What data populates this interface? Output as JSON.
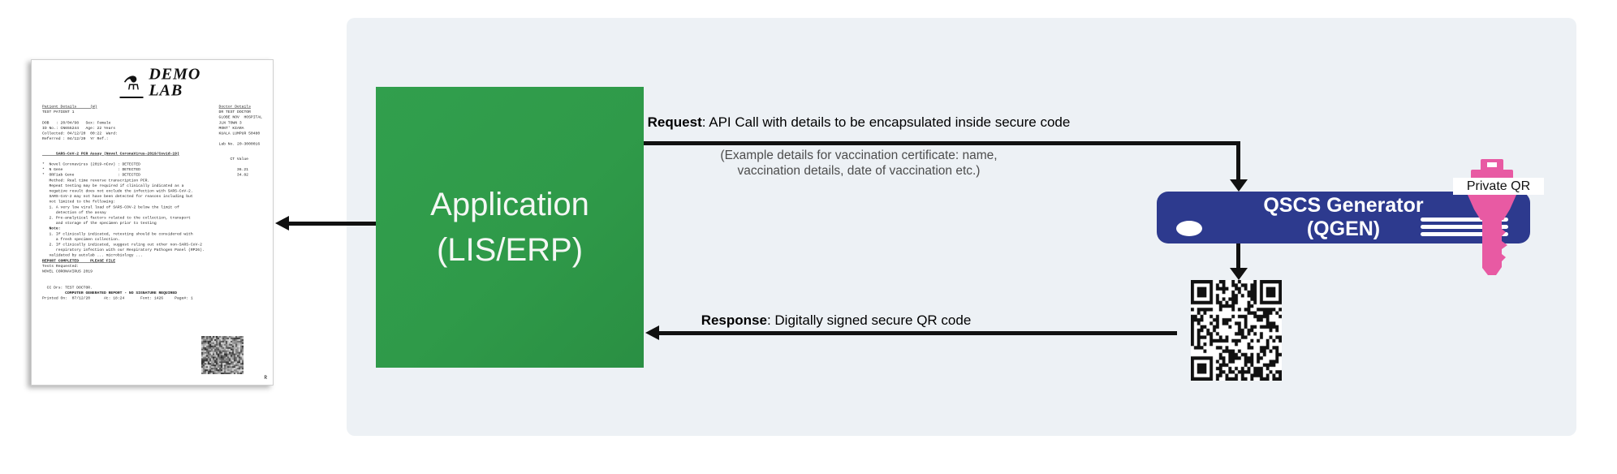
{
  "colors": {
    "panel": "#edf1f5",
    "app_green": "#2f9a49",
    "gen_blue": "#2d3a8e",
    "key_pink": "#e85aa3",
    "arrow": "#111111",
    "example_gray": "#4d4d4d"
  },
  "document": {
    "logo": {
      "line1": "DEMO",
      "line2": "LAB",
      "icon": "flask-icon"
    },
    "patient_block": [
      {
        "t": "Patient Details      (W)",
        "u": 1
      },
      {
        "t": "TEST PATIENT 1"
      },
      {
        "t": " "
      },
      {
        "t": "DOB   : 20/04/98   Sex: Female"
      },
      {
        "t": "ID No.: CN655244   Age: 22 Years"
      },
      {
        "t": "Collected: 04/12/20  00:22  Ward:"
      },
      {
        "t": "Referred : 04/12/20  Yr Ref.:"
      }
    ],
    "doctor_block": [
      {
        "t": "Doctor Details",
        "u": 1
      },
      {
        "t": "DR TEST DOCTOR"
      },
      {
        "t": "GLOBE NOV  HOSPITAL"
      },
      {
        "t": "JLN TOWN 3"
      },
      {
        "t": "MONT' KIARA"
      },
      {
        "t": "KUALA LUMPUR 50480"
      },
      {
        "t": " "
      },
      {
        "t": "Lab No. 20-3000016"
      }
    ],
    "body_lines": [
      {
        "t": "      SARS-CoV-2 PCR Assay (Novel CoronaVirus-2019/Covid-19)",
        "b": 1,
        "u": 1
      },
      {
        "t": " ",
        "r": "CT Value"
      },
      {
        "t": "*  Novel Coronavirus (2019-nCov) : DETECTED"
      },
      {
        "t": "*  N Gene                        : DETECTED",
        "r": "36.21"
      },
      {
        "t": "*  ORF1ab Gene                   : DETECTED",
        "r": "34.82"
      },
      {
        "t": "   Method: Real time reverse transcription PCR."
      },
      {
        "t": "   Repeat testing may be required if clinically indicated as a"
      },
      {
        "t": "   negative result does not exclude the infection with SARS-CoV-2."
      },
      {
        "t": "   SARS-CoV-2 may not have been detected for reasons including but"
      },
      {
        "t": "   not limited to the following:"
      },
      {
        "t": "   1. A very low viral load of SARS-COV-2 below the limit of"
      },
      {
        "t": "      detection of the assay"
      },
      {
        "t": "   2. Pre-analytical factors related to the collection, transport"
      },
      {
        "t": "      and storage of the specimen prior to testing"
      },
      {
        "t": "   Note:",
        "b": 1
      },
      {
        "t": "   1. If clinically indicated, retesting should be considered with"
      },
      {
        "t": "      a fresh specimen collection."
      },
      {
        "t": "   2. If clinically indicated, suggest ruling out other non-SARS-CoV-2"
      },
      {
        "t": "      respiratory infection with our Respiratory Pathogen Panel (RP26)."
      },
      {
        "t": "   validated by autolab ... microbiology ..."
      },
      {
        "t": "REPORT COMPLETED     PLEASE FILE",
        "b": 1,
        "u": 1
      },
      {
        "t": "Tests Requested:"
      },
      {
        "t": "NOVEL CORONAVIRUS 2019"
      },
      {
        "t": " "
      },
      {
        "t": " "
      },
      {
        "t": "  CC Drs: TEST DOCTOR."
      },
      {
        "t": "          COMPUTER GENERATED REPORT - NO SIGNATURE REQUIRED",
        "b": 1
      },
      {
        "t": "Printed On:  07/12/20      At: 18:24       Font: 1426     Page#: 1"
      }
    ],
    "page_marker": "R"
  },
  "app_box": {
    "line1": "Application",
    "line2": "(LIS/ERP)"
  },
  "request": {
    "label_bold": "Request",
    "label_rest": ": API Call with details to be encapsulated inside secure code",
    "example_line1": "(Example details for vaccination certificate: name,",
    "example_line2": "vaccination details, date of vaccination etc.)"
  },
  "response": {
    "label_bold": "Response",
    "label_rest": ": Digitally signed secure QR code"
  },
  "generator_box": {
    "line1": "QSCS Generator",
    "line2": "(QGEN)"
  },
  "private_qr": {
    "label": "Private QR",
    "icon": "key-icon"
  }
}
